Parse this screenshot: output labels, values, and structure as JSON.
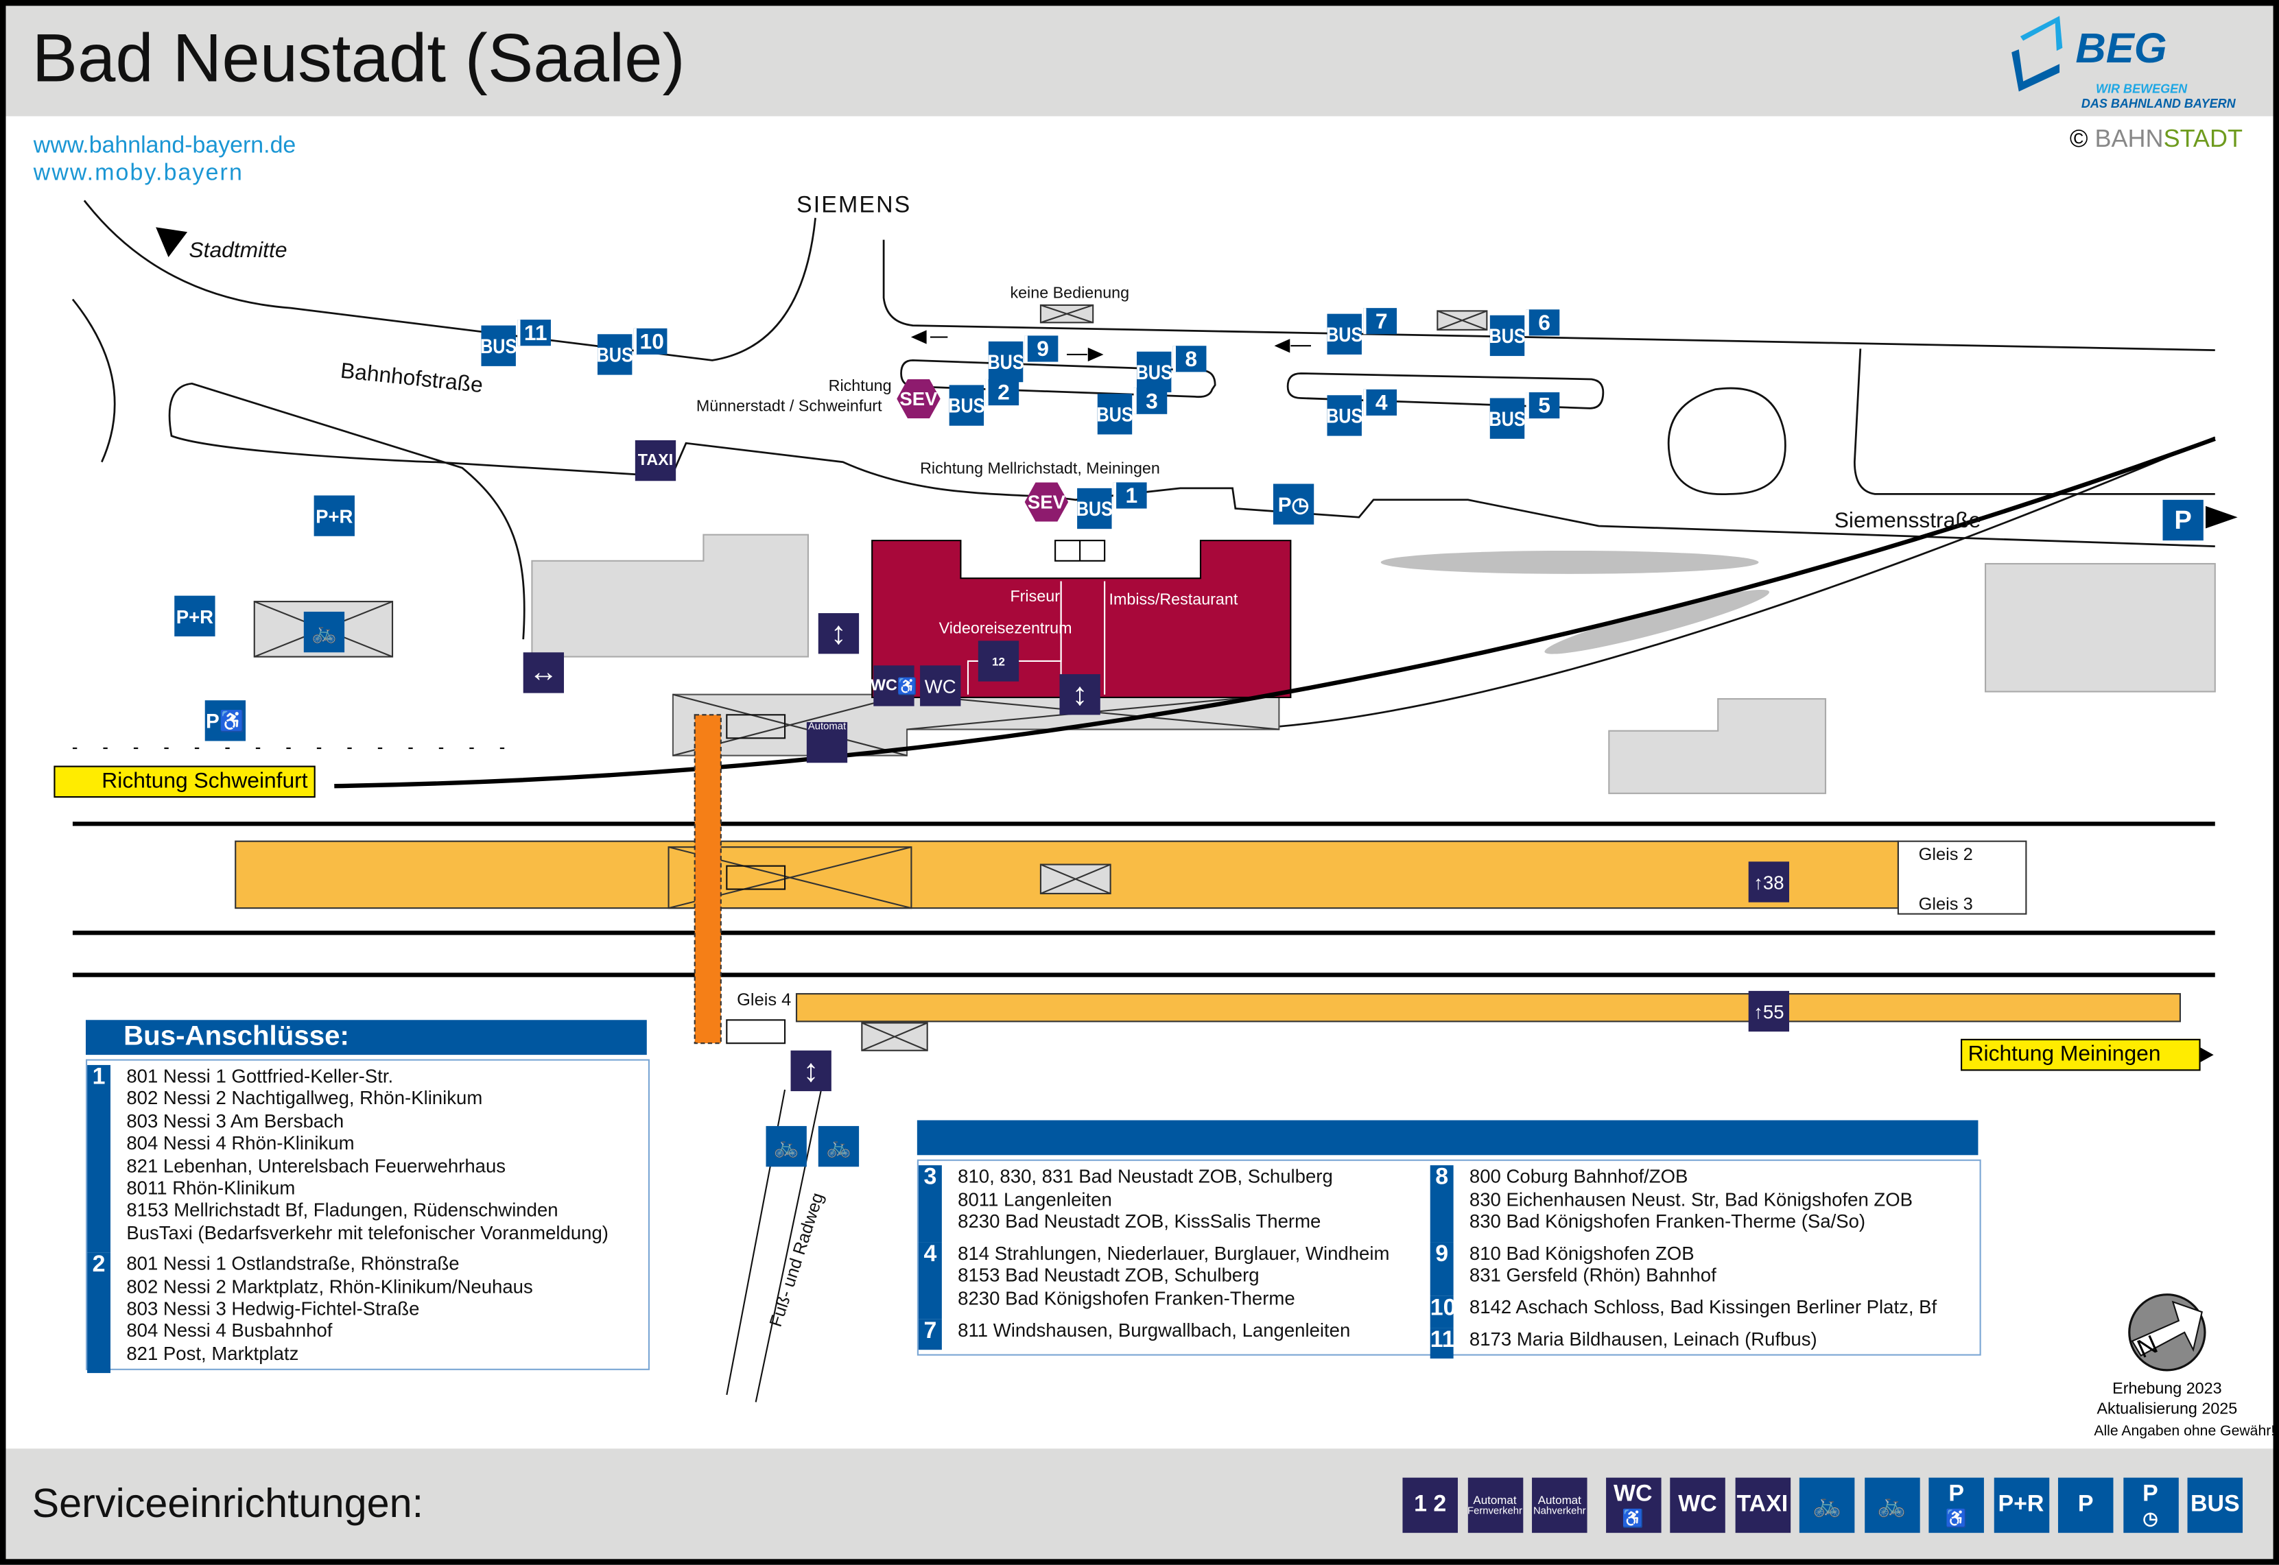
{
  "header": {
    "title": "Bad Neustadt (Saale)",
    "links": [
      "www.bahnland-bayern.de",
      "www.moby.bayern"
    ],
    "logo": {
      "name": "BEG",
      "slogan_line1": "WIR BEWEGEN",
      "slogan_line2": "DAS BAHNLAND BAYERN",
      "colors": {
        "dark": "#0060a8",
        "light": "#1ea7e4"
      }
    },
    "copyright": {
      "symbol": "©",
      "part1": "BAHN",
      "part2": "STADT",
      "colors": {
        "part1": "#888888",
        "part2": "#6e9b1e"
      }
    }
  },
  "map": {
    "stadtmitte": "Stadtmitte",
    "siemens": "SIEMENS",
    "bahnhofstrasse": "Bahnhofstraße",
    "siemensstrasse": "Siemensstraße",
    "keine_bedienung": "keine Bedienung",
    "richtung_muennerstadt_1": "Richtung",
    "richtung_muennerstadt_2": "Münnerstadt / Schweinfurt",
    "richtung_mellrichstadt": "Richtung Mellrichstadt, Meiningen",
    "friseur": "Friseur",
    "videoreisezentrum": "Videoreisezentrum",
    "imbiss": "Imbiss/Restaurant",
    "automat": "Automat",
    "gleis2": "Gleis 2",
    "gleis3": "Gleis 3",
    "gleis4": "Gleis 4",
    "lift_38": "38",
    "lift_55": "55",
    "richtung_schweinfurt": "Richtung Schweinfurt",
    "richtung_meiningen": "Richtung Meiningen",
    "fuss_radweg": "Fuß- und Radweg",
    "sev": "SEV",
    "taxi": "TAXI",
    "wc": "WC",
    "p": "P",
    "p_r": "P+R",
    "bus_label": "BUS",
    "bus_stops": [
      "1",
      "2",
      "3",
      "4",
      "5",
      "6",
      "7",
      "8",
      "9",
      "10",
      "11"
    ],
    "colors": {
      "station": "#a8083a",
      "platform": "#f9bc45",
      "footpath": "#f57f17",
      "bus_sign": "#0057a0",
      "service_sign": "#29235c",
      "sev": "#8e1b6e",
      "direction_sign": "#ffec00"
    }
  },
  "bus_connections": {
    "title": "Bus-Anschlüsse:",
    "groups": [
      {
        "stop": "1",
        "lines": [
          "801 Nessi 1 Gottfried-Keller-Str.",
          "802 Nessi 2 Nachtigallweg, Rhön-Klinikum",
          "803 Nessi 3 Am Bersbach",
          "804 Nessi 4 Rhön-Klinikum",
          "821 Lebenhan, Unterelsbach Feuerwehrhaus",
          "8011 Rhön-Klinikum",
          "8153 Mellrichstadt Bf, Fladungen, Rüdenschwinden",
          "BusTaxi (Bedarfsverkehr mit telefonischer Voranmeldung)"
        ]
      },
      {
        "stop": "2",
        "lines": [
          "801 Nessi 1 Ostlandstraße, Rhönstraße",
          "802 Nessi 2 Marktplatz, Rhön-Klinikum/Neuhaus",
          "803 Nessi 3 Hedwig-Fichtel-Straße",
          "804 Nessi 4 Busbahnhof",
          "821 Post, Marktplatz"
        ]
      }
    ]
  },
  "bus_connections_2": {
    "left": [
      {
        "stop": "3",
        "lines": [
          "810, 830, 831 Bad Neustadt ZOB, Schulberg",
          "8011 Langenleiten",
          "8230 Bad Neustadt ZOB, KissSalis Therme"
        ]
      },
      {
        "stop": "4",
        "lines": [
          "814 Strahlungen, Niederlauer, Burglauer, Windheim",
          "8153 Bad Neustadt ZOB, Schulberg",
          "8230 Bad Königshofen Franken-Therme"
        ]
      },
      {
        "stop": "7",
        "lines": [
          "811 Windshausen, Burgwallbach, Langenleiten"
        ]
      }
    ],
    "right": [
      {
        "stop": "8",
        "lines": [
          "800 Coburg Bahnhof/ZOB",
          "830 Eichenhausen Neust. Str, Bad Königshofen ZOB",
          "830 Bad Königshofen Franken-Therme (Sa/So)"
        ]
      },
      {
        "stop": "9",
        "lines": [
          "810 Bad Königshofen ZOB",
          "831 Gersfeld (Rhön) Bahnhof"
        ]
      },
      {
        "stop": "10",
        "lines": [
          "8142 Aschach Schloss, Bad Kissingen Berliner Platz, Bf"
        ]
      },
      {
        "stop": "11",
        "lines": [
          "8173 Maria Bildhausen, Leinach (Rufbus)"
        ]
      }
    ]
  },
  "notes": {
    "survey": "Erhebung 2023",
    "update": "Aktualisierung 2025",
    "disclaimer": "Alle Angaben ohne Gewähr!",
    "north": "N"
  },
  "footer": {
    "title": "Serviceeinrichtungen:",
    "icons": [
      {
        "icon": "ticket-office-icon",
        "label": "1 2",
        "sub": "",
        "color": "#29235c"
      },
      {
        "icon": "ticket-machine-long-distance-icon",
        "label": "Automat",
        "sub": "Fernverkehr",
        "color": "#29235c"
      },
      {
        "icon": "ticket-machine-regional-icon",
        "label": "Automat",
        "sub": "Nahverkehr",
        "color": "#29235c"
      },
      {
        "icon": "accessible-wc-icon",
        "label": "WC",
        "sub": "",
        "color": "#29235c"
      },
      {
        "icon": "wc-icon",
        "label": "WC",
        "sub": "",
        "color": "#29235c"
      },
      {
        "icon": "taxi-icon",
        "label": "TAXI",
        "sub": "",
        "color": "#29235c"
      },
      {
        "icon": "covered-bike-parking-icon",
        "label": "",
        "sub": "",
        "color": "#0057a0"
      },
      {
        "icon": "bike-parking-icon",
        "label": "",
        "sub": "",
        "color": "#0057a0"
      },
      {
        "icon": "accessible-parking-icon",
        "label": "P",
        "sub": "",
        "color": "#0057a0"
      },
      {
        "icon": "park-and-ride-icon",
        "label": "P+R",
        "sub": "",
        "color": "#0057a0"
      },
      {
        "icon": "parking-icon",
        "label": "P",
        "sub": "",
        "color": "#0057a0"
      },
      {
        "icon": "short-term-parking-icon",
        "label": "P",
        "sub": "",
        "color": "#0057a0"
      },
      {
        "icon": "bus-icon",
        "label": "BUS",
        "sub": "",
        "color": "#0057a0"
      }
    ]
  }
}
